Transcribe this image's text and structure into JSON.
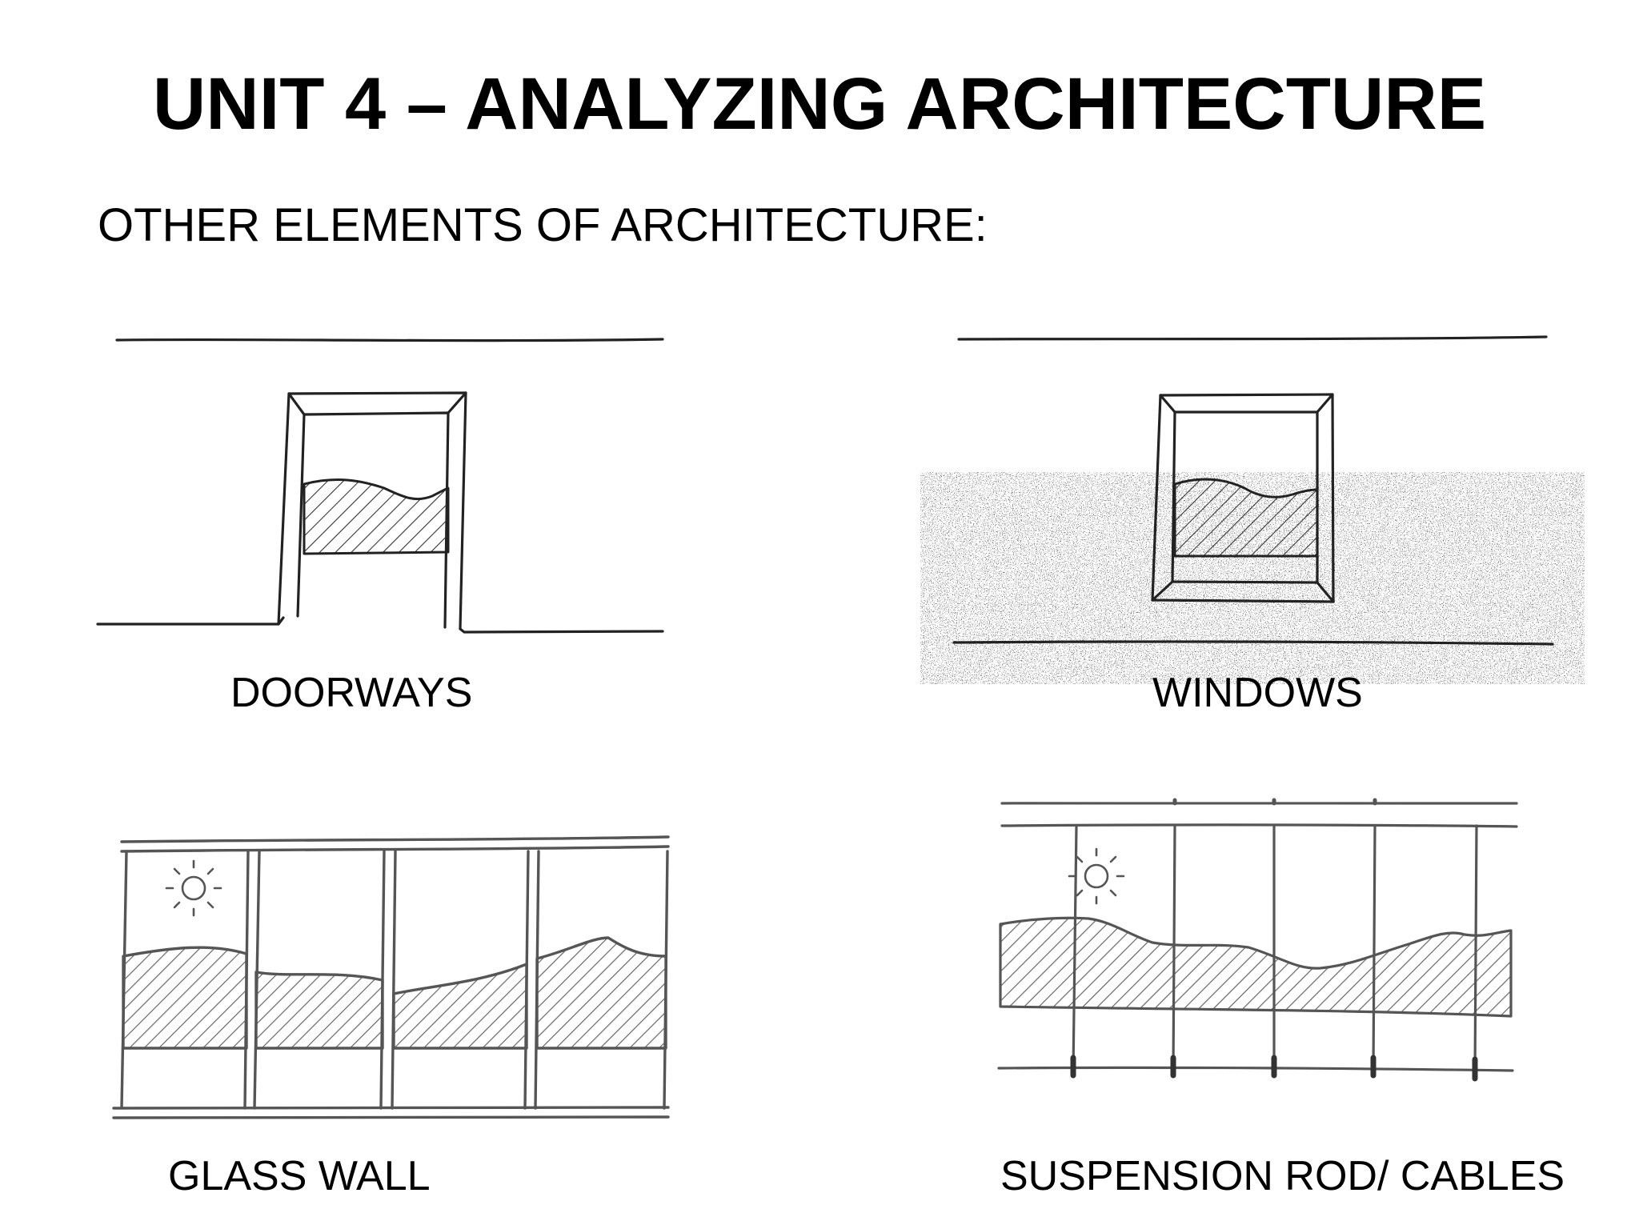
{
  "title": "UNIT 4 – ANALYZING ARCHITECTURE",
  "subtitle": "OTHER ELEMENTS OF ARCHITECTURE:",
  "panels": [
    {
      "caption": "DOORWAYS"
    },
    {
      "caption": "WINDOWS"
    },
    {
      "caption": "GLASS WALL"
    },
    {
      "caption": "SUSPENSION ROD/ CABLES"
    }
  ],
  "colors": {
    "ink": "#222222",
    "pencil": "#555555",
    "background": "#ffffff"
  }
}
